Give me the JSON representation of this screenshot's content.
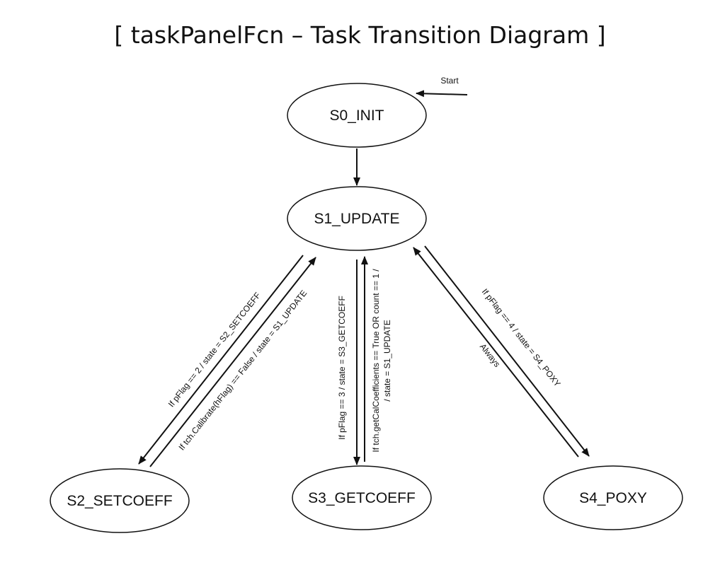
{
  "title": "[ taskPanelFcn – Task Transition Diagram ]",
  "start_label": "Start",
  "states": {
    "s0": "S0_INIT",
    "s1": "S1_UPDATE",
    "s2": "S2_SETCOEFF",
    "s3": "S3_GETCOEFF",
    "s4": "S4_POXY"
  },
  "transitions": {
    "s1_to_s2": "If pFlag == 2 / state = S2_SETCOEFF",
    "s2_to_s1": "If tch.Calibrate(hFlag) == False / state = S1_UPDATE",
    "s1_to_s3": "If pFlag == 3 / state = S3_GETCOEFF",
    "s3_to_s1_line1": "If tch.getCalCoefficients == True OR count == 1 /",
    "s3_to_s1_line2": "/ state = S1_UPDATE",
    "s1_to_s4": "If pFlag == 4 / state = S4_POXY",
    "s4_to_s1": "Always"
  },
  "colors": {
    "stroke": "#111111",
    "background": "#ffffff"
  }
}
